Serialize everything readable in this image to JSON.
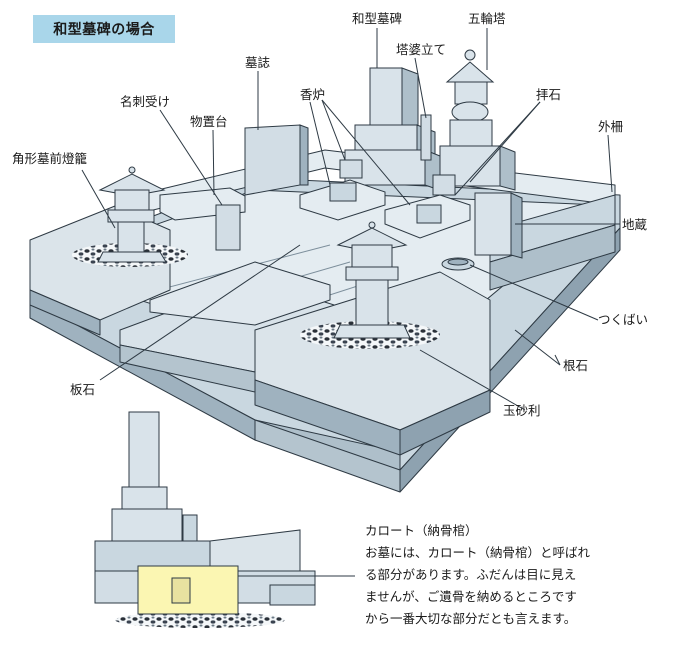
{
  "title": "和型墓碑の場合",
  "labels": {
    "wagata_bohi": "和型墓碑",
    "gorinto": "五輪塔",
    "tobadate": "塔婆立て",
    "boshi": "墓誌",
    "meishiuke": "名刺受け",
    "koro": "香炉",
    "haiseki": "拝石",
    "butsuokidai": "物置台",
    "sotosaku": "外柵",
    "kakugata_toro": "角形墓前燈籠",
    "jizo": "地蔵",
    "tsukubai": "つくばい",
    "neishi": "根石",
    "itaishi": "板石",
    "tamajari": "玉砂利"
  },
  "note": {
    "title": "カロート（納骨棺）",
    "lines": [
      "お墓には、カロート（納骨棺）と呼ばれ",
      "る部分があります。ふだんは目に見え",
      "ませんが、ご遺骨を納めるところです",
      "から一番大切な部分だとも言えます。"
    ]
  },
  "colors": {
    "title_bg": "#a9d6ea",
    "stone_light": "#e4ecf1",
    "stone_mid": "#c9d7e0",
    "stone_dark": "#9fb2bf",
    "outline": "#2e3a44",
    "karoto": "#fbf6b2"
  }
}
